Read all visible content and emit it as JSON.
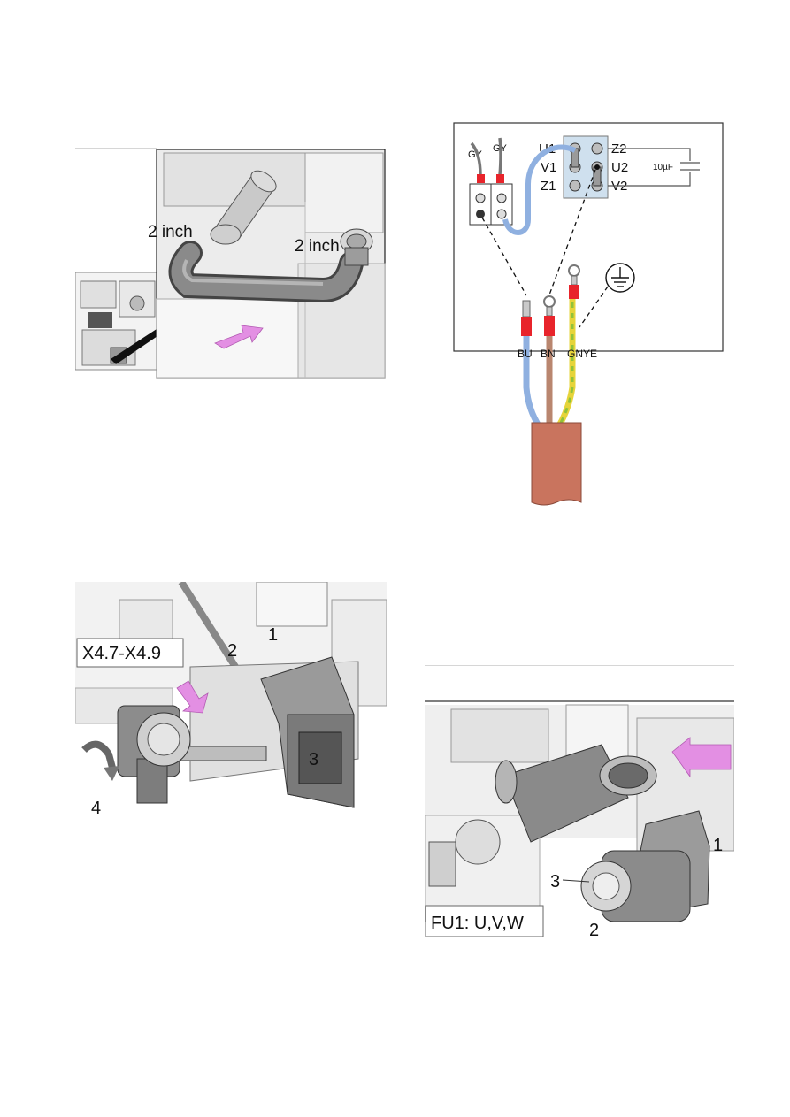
{
  "fig1": {
    "callout_left": "2 inch",
    "callout_right": "2 inch"
  },
  "fig2": {
    "terminals": [
      "U1",
      "V1",
      "Z1",
      "Z2",
      "U2",
      "V2"
    ],
    "capacitor": "10µF",
    "wire_tags_top": [
      "GY",
      "GY"
    ],
    "cable_wires": [
      "BU",
      "BN",
      "GNYE"
    ],
    "colors": {
      "blue_wire": "#8fb0e0",
      "brown_wire": "#b9866f",
      "earth_green": "#8fc23c",
      "earth_yellow": "#e6d43a",
      "ferrule_red": "#e8242b",
      "cable_sheath": "#c9745e",
      "terminal_block": "#cfe0ee"
    }
  },
  "fig3": {
    "box_label": "X4.7-X4.9",
    "callouts": [
      "1",
      "2",
      "3",
      "4"
    ]
  },
  "fig4": {
    "box_label": "FU1: U,V,W",
    "callouts": [
      "1",
      "2",
      "3"
    ]
  },
  "accent_arrow_color": "#e38fe3"
}
